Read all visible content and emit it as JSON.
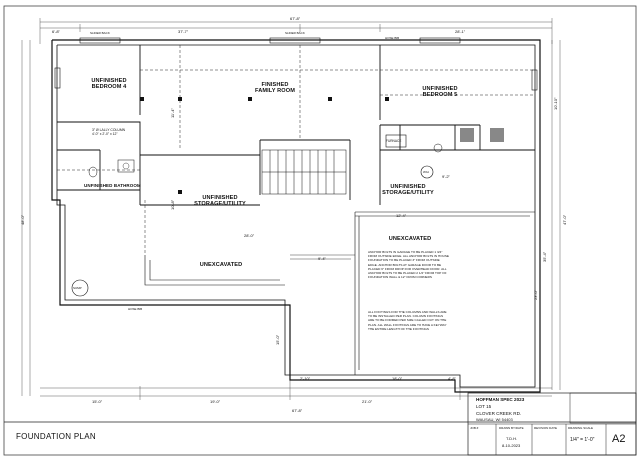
{
  "rooms": {
    "bedroom4": "UNFINISHED\nBEDROOM 4",
    "family": "FINISHED\nFAMILY ROOM",
    "bedroom5": "UNFINISHED\nBEDROOM 5",
    "bathroom": "UNFINISHED BATHROOM",
    "storage_left": "UNFINISHED\nSTORAGE/UTILITY",
    "storage_right": "UNFINISHED\nSTORAGE/UTILITY",
    "unexcavated_right": "UNEXCAVATED",
    "unexcavated_left": "UNEXCAVATED",
    "furnace": "FURNACE",
    "wh": "W/H",
    "sump": "SUMP"
  },
  "notes": {
    "anchor": "ANCHOR BOLTS IN GARAGE TO BE PLACED 1 3/4\" FROM OUTSIDE EDGE. ALL ANCHOR BOLTS IN HOUSE FOUNDATION TO BE PLACED 3\" FROM OUTSIDE EDGE. ANCHOR BOLTS AT GARAGE DOOR TO BE PLACED 6\" FROM DROP FOR OVERHEAD DOOR. ALL ANCHOR BOLTS TO BE PLACED 2 1/2\" FROM TOP OF FOUNDATION WALL & 12\" FROM CORNERS",
    "footings": "ALL FOOTINGS FOR THE COLUMNS AND WALLS ARE TO BE INSTALLED PER PLAN. COLUMN FOOTINGS ARE TO BE FORMED PER SIZE CALLED OUT ON THE PLAN. ALL WALL FOOTINGS ARE TO HAVE A KEYWAY THE ENTIRE LENGTH OF THE FOOTINGS"
  },
  "dims": {
    "overall_top": "67'-8\"",
    "top_a": "6'-8\"",
    "top_b": "37'-7\"",
    "top_c": "28'-1\"",
    "hose_bib_top": "HOSE BIB",
    "hose_bib_bottom": "HOSE BIB",
    "slider_a": "SLIDER BACK",
    "slider_b": "SLIDER BACK",
    "left_overall": "48'-0\"",
    "right_a": "10'-10\"",
    "right_b": "47'-0\"",
    "right_c": "35'-4\"",
    "right_d": "23'-0\"",
    "right_e": "9'-2\"",
    "mid_28": "28'-0\"",
    "mid_9": "9'-4\"",
    "mid_12": "12'-4\"",
    "mid_18": "18'-0\"",
    "mid_15": "15'-0\"",
    "bottom_a": "15'-0\"",
    "bottom_b": "19'-0\"",
    "bottom_c": "21'-0\"",
    "bottom_overall": "67'-8\"",
    "bottom_2": "2'-10\"",
    "bottom_4": "4'-8\"",
    "column": "3\" Ø LALLY COLUMN\n4'-0\" x 2'-0\" x 12\"",
    "bath_vdim": "11'-4\"",
    "stor_vdim": "10'-8\""
  },
  "title_block": {
    "sheet_title": "FOUNDATION PLAN",
    "project": "HOFFMAN SPEC 2023",
    "lot": "LOT 15",
    "street": "CLOVER CREEK RD.",
    "city": "WAUSAU, WI 54403",
    "job_label": "JOB #",
    "drawn_label": "DRAWN BY/DATE",
    "revision_label": "REVISION DATE",
    "scale_label": "DRAWING SCALE",
    "drawn_by": "T.D.H.",
    "drawn_date": "8-10-2023",
    "scale": "1/4\" = 1'-0\"",
    "sheet_no": "A2"
  }
}
